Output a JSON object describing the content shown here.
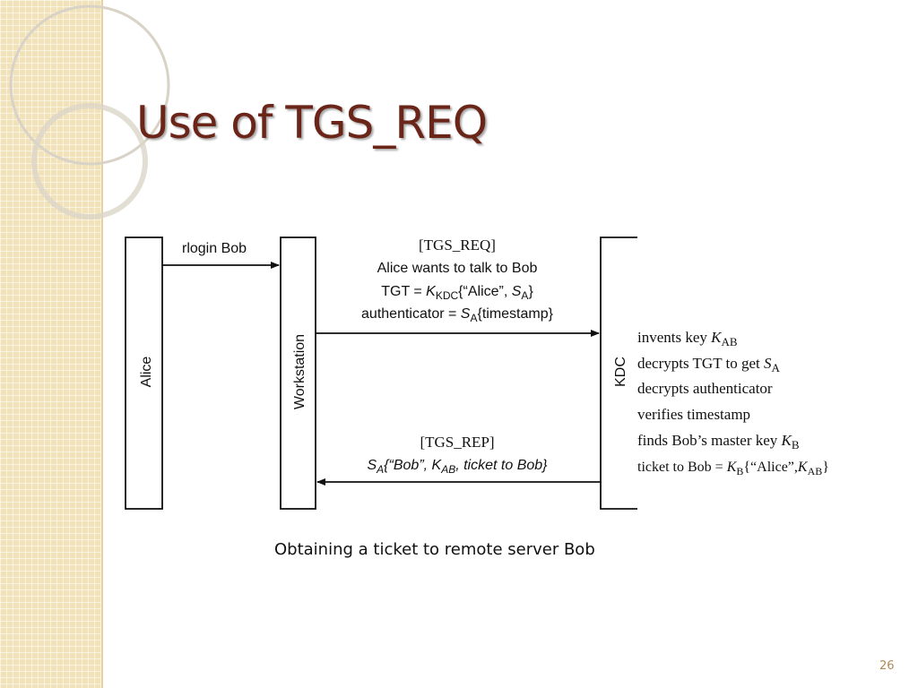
{
  "slide": {
    "title": "Use of TGS_REQ",
    "caption": "Obtaining a ticket to remote server Bob",
    "page_number": "26"
  },
  "diagram": {
    "actors": {
      "alice": "Alice",
      "workstation": "Workstation",
      "kdc": "KDC"
    },
    "messages": {
      "rlogin": "rlogin Bob",
      "tgs_req_header": "[TGS_REQ]",
      "tgs_req_line1": "Alice wants to talk to Bob",
      "tgs_req_tgt_prefix": "TGT = ",
      "tgs_req_tgt_k": "K",
      "tgs_req_tgt_sub": "KDC",
      "tgs_req_tgt_mid": "{“Alice”, ",
      "tgs_req_tgt_s": "S",
      "tgs_req_tgt_ssub": "A",
      "tgs_req_tgt_end": "}",
      "tgs_req_auth_prefix": "authenticator = ",
      "tgs_req_auth_s": "S",
      "tgs_req_auth_sub": "A",
      "tgs_req_auth_end": "{timestamp}",
      "tgs_rep_header": "[TGS_REP]",
      "tgs_rep_s": "S",
      "tgs_rep_ssub": "A",
      "tgs_rep_mid": "{“Bob”, ",
      "tgs_rep_k": "K",
      "tgs_rep_ksub": "AB",
      "tgs_rep_end": ", ticket to Bob}"
    },
    "kdc_steps": {
      "s1_text": "invents key ",
      "s1_k": "K",
      "s1_sub": "AB",
      "s2_text": "decrypts TGT to get ",
      "s2_s": "S",
      "s2_sub": "A",
      "s3_text": "decrypts authenticator",
      "s4_text": "verifies timestamp",
      "s5_text": "finds Bob’s master key ",
      "s5_k": "K",
      "s5_sub": "B",
      "s6_text": "ticket to Bob = ",
      "s6_k": "K",
      "s6_sub": "B",
      "s6_mid": "{“Alice”,",
      "s6_k2": "K",
      "s6_sub2": "AB",
      "s6_end": "}"
    }
  },
  "colors": {
    "title": "#6b2418",
    "sidebar": "#f1e2b9",
    "page_number": "#b08a55"
  }
}
